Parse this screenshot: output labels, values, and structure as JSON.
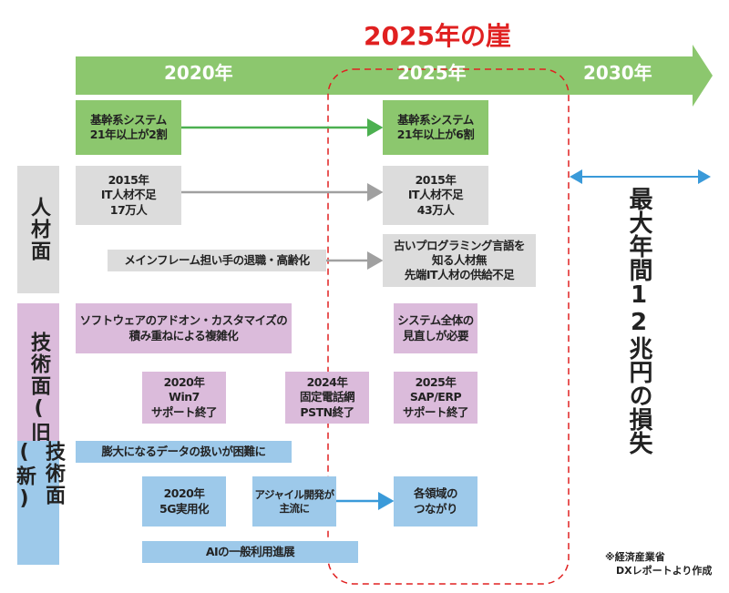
{
  "title": "2025年の崖",
  "timeline": [
    "2020年",
    "2025年",
    "2030年"
  ],
  "labels": {
    "jinzai": "人材面",
    "old": "技術面(旧)",
    "new": "技術面(新)"
  },
  "boxes": {
    "kikan_2020": [
      "基幹系システム",
      "21年以上が2割"
    ],
    "kikan_2025": [
      "基幹系システム",
      "21年以上が6割"
    ],
    "it_2020": [
      "2015年",
      "IT人材不足",
      "17万人"
    ],
    "it_2025": [
      "2015年",
      "IT人材不足",
      "43万人"
    ],
    "mainframe": [
      "メインフレーム担い手の退職・高齢化"
    ],
    "old_lang": [
      "古いプログラミング言語を",
      "知る人材無",
      "先端IT人材の供給不足"
    ],
    "software": [
      "ソフトウェアのアドオン・カスタマイズの",
      "積み重ねによる複雑化"
    ],
    "review": [
      "システム全体の",
      "見直しが必要"
    ],
    "win7": [
      "2020年",
      "Win7",
      "サポート終了"
    ],
    "pstn": [
      "2024年",
      "固定電話網",
      "PSTN終了"
    ],
    "sap": [
      "2025年",
      "SAP/ERP",
      "サポート終了"
    ],
    "data": [
      "膨大になるデータの扱いが困難に"
    ],
    "5g": [
      "2020年",
      "5G実用化"
    ],
    "agile": [
      "アジャイル開発が",
      "主流に"
    ],
    "connect": [
      "各領域の",
      "つながり"
    ],
    "ai": [
      "AIの一般利用進展"
    ]
  },
  "loss": "最大年間12兆円の損失",
  "note": [
    "※経済産業省",
    "DXレポートより作成"
  ],
  "colors": {
    "green": "#8cc76e",
    "red": "#e02020",
    "blue": "#3a9ad9",
    "gray": "#a0a0a0"
  }
}
